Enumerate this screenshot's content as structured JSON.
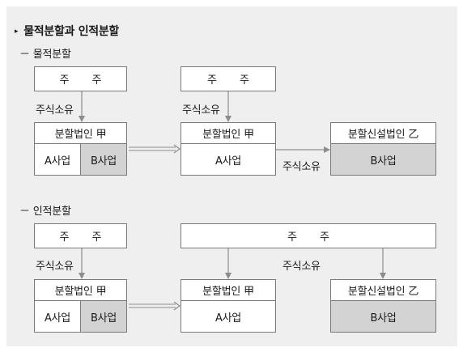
{
  "title": "물적분할과 인적분할",
  "title_marker": "▸",
  "physical": {
    "heading": "－ 물적분할",
    "shareholder_left": "주 주",
    "shareholder_mid": "주 주",
    "ownership_left": "주식소유",
    "ownership_mid": "주식소유",
    "ownership_right": "주식소유",
    "split_company": {
      "name": "분할법인 甲",
      "cells": [
        "A사업",
        "B사업"
      ]
    },
    "after_company": {
      "name": "분할법인 甲",
      "cells": [
        "A사업"
      ]
    },
    "new_company": {
      "name": "분할신설법인 乙",
      "cells": [
        "B사업"
      ]
    }
  },
  "personal": {
    "heading": "－ 인적분할",
    "shareholder_left": "주 주",
    "shareholder_wide": "주 주",
    "ownership_left": "주식소유",
    "ownership_mid": "주식소유",
    "split_company": {
      "name": "분할법인 甲",
      "cells": [
        "A사업",
        "B사업"
      ]
    },
    "after_company": {
      "name": "분할법인 甲",
      "cells": [
        "A사업"
      ]
    },
    "new_company": {
      "name": "분할신설법인 乙",
      "cells": [
        "B사업"
      ]
    }
  },
  "colors": {
    "panel": "#efefef",
    "shade": "#d3d3d3",
    "border": "#7a7a7a",
    "arrow": "#8c8c8c"
  }
}
